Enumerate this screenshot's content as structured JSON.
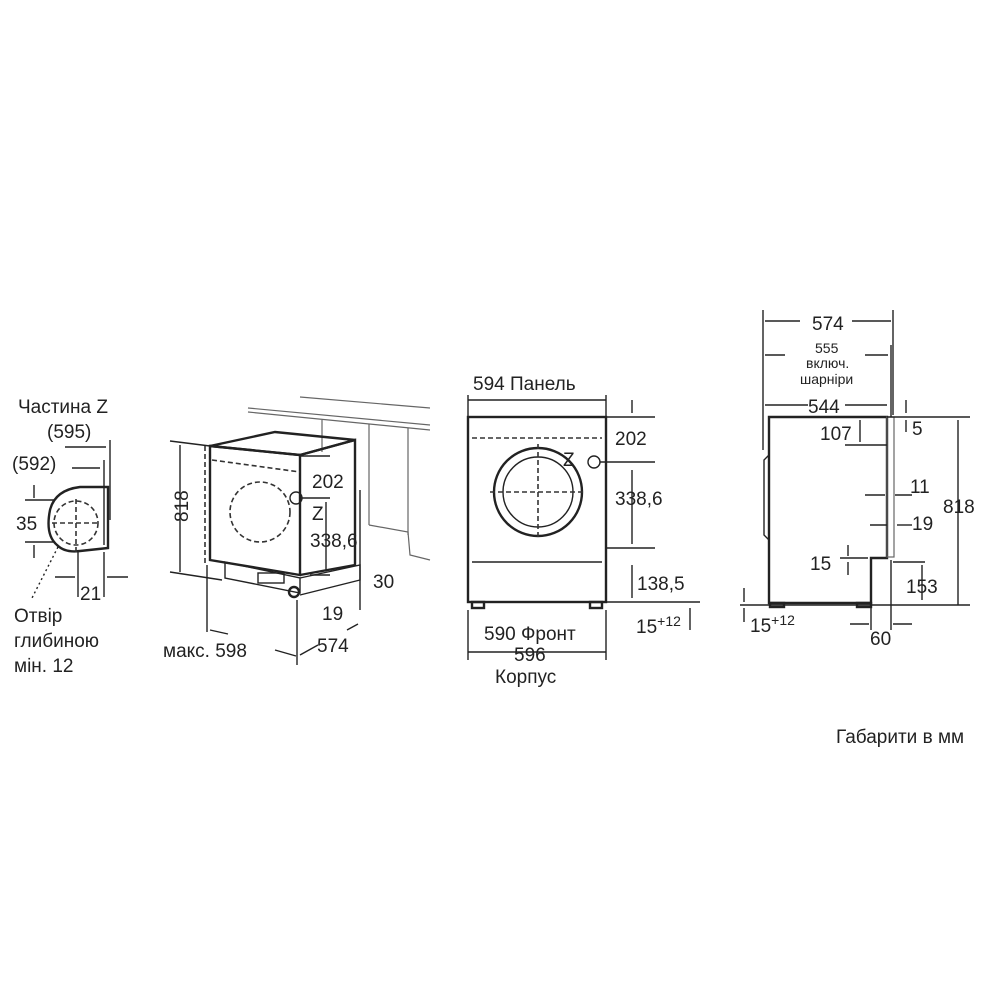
{
  "detail_z": {
    "title": "Частина Z",
    "dim_595": "(595)",
    "dim_592": "(592)",
    "dim_35": "35",
    "dim_21": "21",
    "note_line1": "Отвір",
    "note_line2": "глибиною",
    "note_line3": "мін. 12"
  },
  "perspective": {
    "height": "818",
    "dim_202": "202",
    "z_label": "Z",
    "dim_338": "338,6",
    "dim_30": "30",
    "dim_19": "19",
    "width_max": "макс. 598",
    "depth": "574"
  },
  "front": {
    "panel": "594 Панель",
    "dim_202": "202",
    "z_label": "Z",
    "dim_338": "338,6",
    "dim_138": "138,5",
    "feet": "15",
    "feet_sup": "+12",
    "front_width": "590 Фронт",
    "body_width": "596",
    "body_label": "Корпус"
  },
  "side": {
    "depth_574": "574",
    "depth_555": "555",
    "hinges_line1": "включ.",
    "hinges_line2": "шарніри",
    "depth_544": "544",
    "dim_107": "107",
    "dim_5": "5",
    "dim_11": "11",
    "dim_19": "19",
    "height": "818",
    "dim_15": "15",
    "dim_153": "153",
    "feet": "15",
    "feet_sup": "+12",
    "dim_60": "60"
  },
  "footer": {
    "units_note": "Габарити в мм"
  }
}
